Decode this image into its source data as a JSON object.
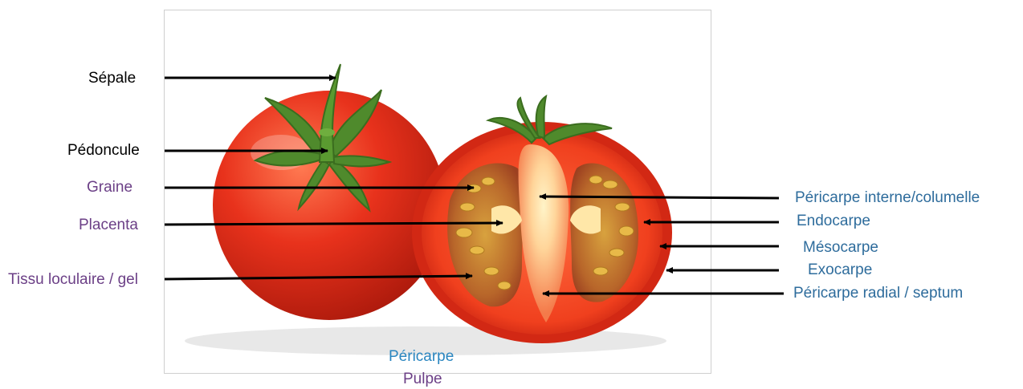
{
  "colors": {
    "label_black": "#000000",
    "label_purple": "#6b3f86",
    "label_blue": "#2e6c9c",
    "label_cyan": "#2a86c0",
    "tomato_red": "#e8321c",
    "flesh": "#f25a32",
    "stem_green": "#4f8a2c",
    "seed_yellow": "#e8b948"
  },
  "labels": {
    "sepale": "Sépale",
    "pedoncule": "Pédoncule",
    "graine": "Graine",
    "placenta": "Placenta",
    "tissu": "Tissu loculaire / gel",
    "pericarpe_interne": "Péricarpe interne/columelle",
    "endocarpe": "Endocarpe",
    "mesocarpe": "Mésocarpe",
    "exocarpe": "Exocarpe",
    "pericarpe_radial": "Péricarpe radial / septum",
    "pericarpe": "Péricarpe",
    "pulpe": "Pulpe"
  }
}
